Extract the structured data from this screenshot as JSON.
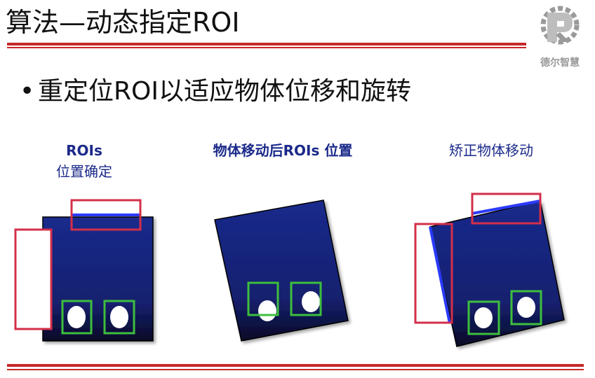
{
  "slide": {
    "title": "算法—动态指定ROI",
    "bullet": "重定位ROI以适应物体位移和旋转",
    "captions": {
      "left_line1": "ROIs",
      "left_line2": "位置确定",
      "middle": "物体移动后ROIs 位置",
      "right": "矫正物体移动"
    }
  },
  "logo": {
    "text": "德尔智慧",
    "icon": "gear-icon"
  },
  "colors": {
    "accent_red": "#c62828",
    "roi_red": "#d32f4a",
    "roi_green": "#3dbf3d",
    "object_blue": "#1a2a8c",
    "object_dark": "#070b2a",
    "edge_blue": "#2b3bff",
    "caption_blue": "#1b2a8a"
  }
}
